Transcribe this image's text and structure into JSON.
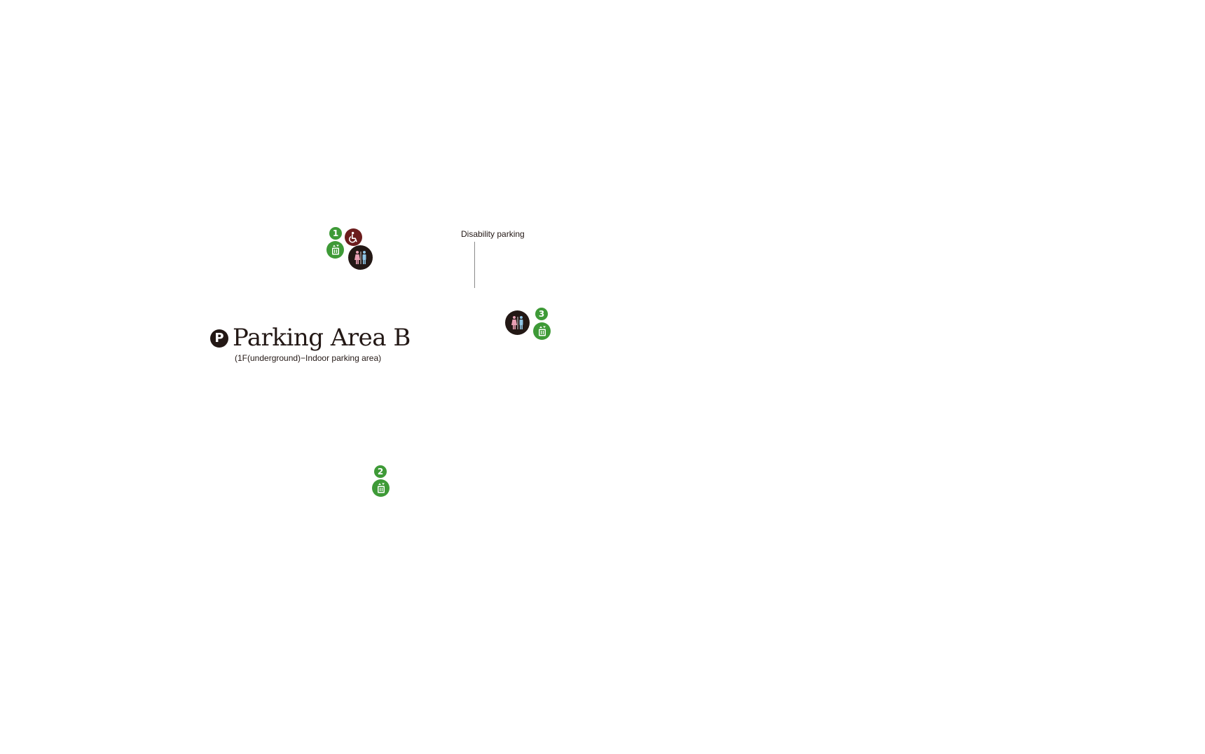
{
  "map": {
    "area": {
      "title": "Parking Area B",
      "subtitle": "(1F(underground)−Indoor parking area)",
      "logo_icon": "parking-icon",
      "logo_text": "P"
    },
    "callout": {
      "label": "Disability parking"
    },
    "markers": [
      {
        "number": "1",
        "icons": [
          "elevator-icon",
          "wheelchair-icon",
          "restroom-icon"
        ]
      },
      {
        "number": "2",
        "icons": [
          "elevator-icon"
        ]
      },
      {
        "number": "3",
        "icons": [
          "restroom-icon",
          "elevator-icon"
        ]
      }
    ],
    "colors": {
      "marker_green": "#3e9a37",
      "wheelchair_maroon": "#6b1c1c",
      "dark": "#231815",
      "female_pink": "#e8a0b4",
      "male_blue": "#8ec5e6"
    }
  }
}
